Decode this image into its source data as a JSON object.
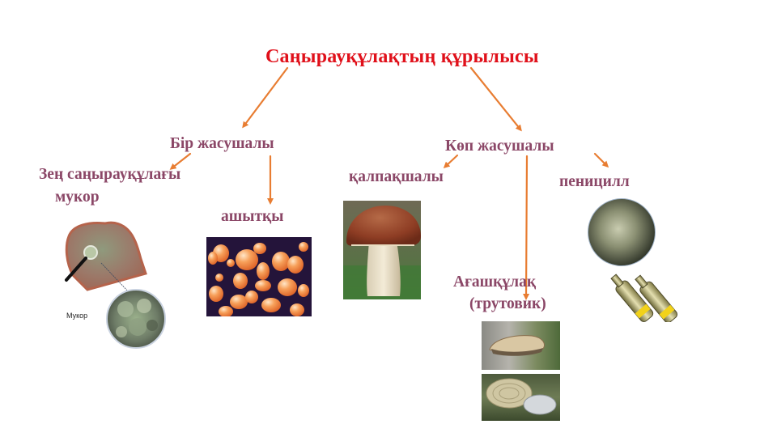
{
  "diagram": {
    "title": "Саңырауқұлақтың құрылысы",
    "branches": [
      {
        "label": "Бір жасушалы",
        "children": [
          {
            "label_line1": "Зең саңырауқұлағы",
            "label_line2": "мукор",
            "image": "mold-bread-mucor-image",
            "image_caption": "Мукор"
          },
          {
            "label": "ашытқы",
            "image": "yeast-cells-image"
          }
        ]
      },
      {
        "label": "Көп жасушалы",
        "children": [
          {
            "label": "қалпақшалы",
            "image": "cap-mushroom-image"
          },
          {
            "label_line1": "Ағашқұлақ",
            "label_line2": "(трутовик)",
            "image": "tinder-fungus-image"
          },
          {
            "label": "пеницилл",
            "image": "penicillium-image"
          }
        ]
      }
    ],
    "colors": {
      "title": "#e0101a",
      "labels": "#8b4767",
      "arrows": "#e87d32"
    }
  }
}
